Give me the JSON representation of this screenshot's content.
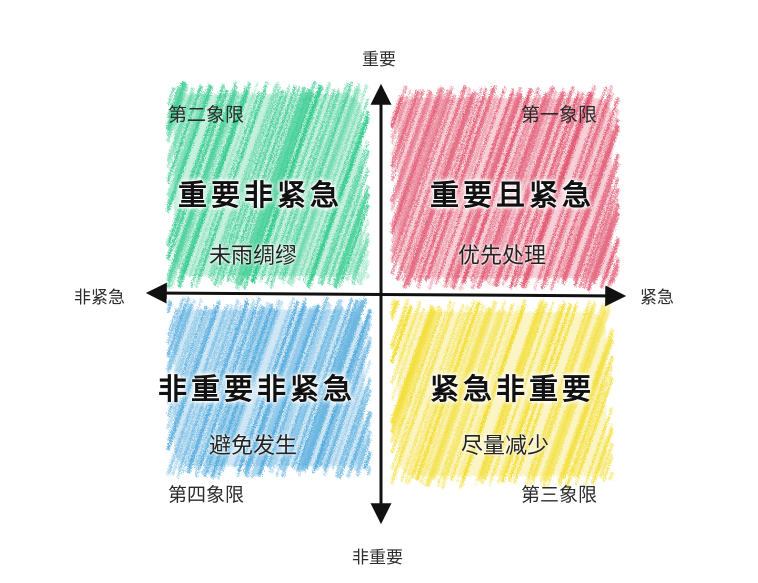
{
  "axes": {
    "top": "重要",
    "bottom": "非重要",
    "left": "非紧急",
    "right": "紧急"
  },
  "quadrants": {
    "q1": {
      "label": "第一象限",
      "title": "重要且紧急",
      "subtitle": "优先处理",
      "color": "#e0506b"
    },
    "q2": {
      "label": "第二象限",
      "title": "重要非紧急",
      "subtitle": "未雨绸缪",
      "color": "#2ec98a"
    },
    "q3": {
      "label": "第三象限",
      "title": "紧急非重要",
      "subtitle": "尽量减少",
      "color": "#f2dc2a"
    },
    "q4": {
      "label": "第四象限",
      "title": "非重要非紧急",
      "subtitle": "避免发生",
      "color": "#4ea8dc"
    }
  }
}
